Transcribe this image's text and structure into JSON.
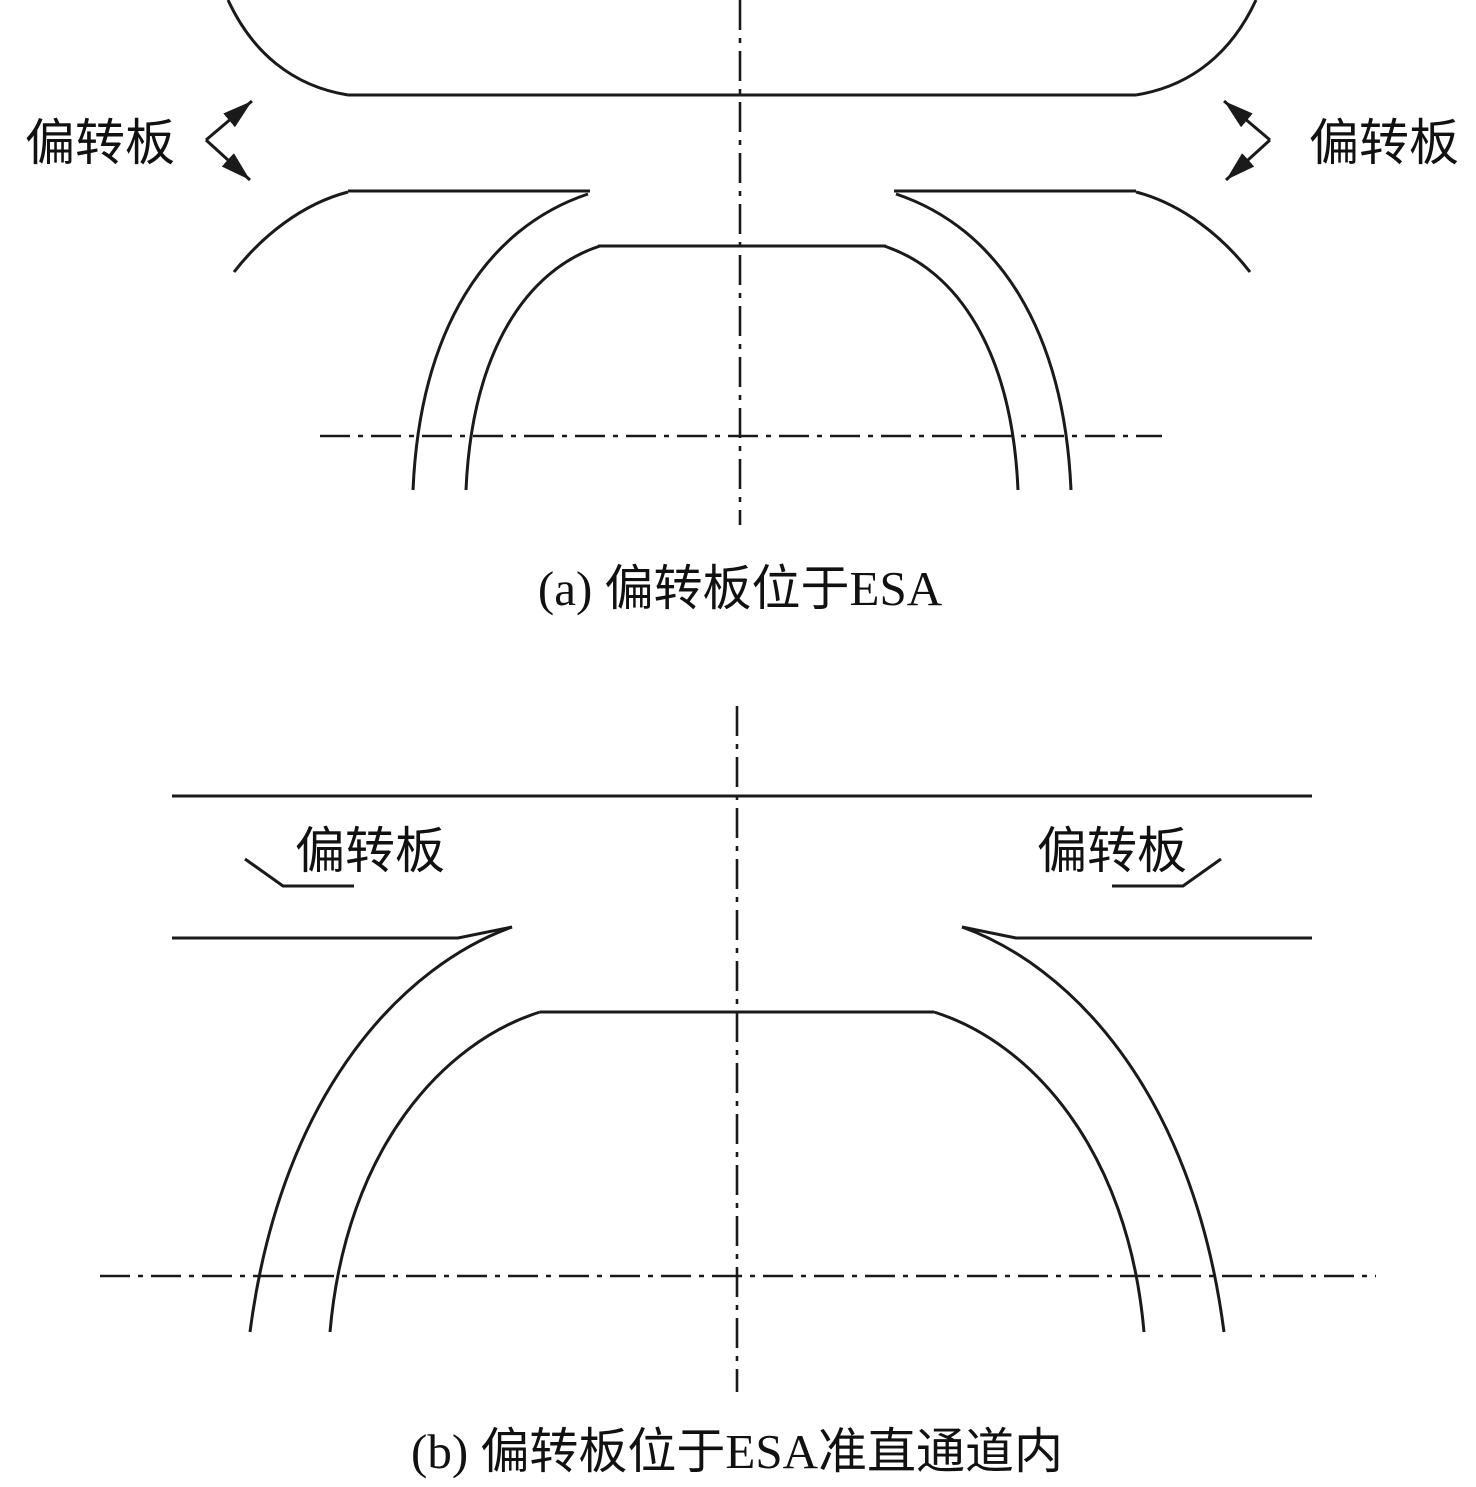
{
  "figure_title": "ESA deflection plate configurations",
  "colors": {
    "background": "#ffffff",
    "line": "#1a1a1a",
    "text": "#111111"
  },
  "panel_a": {
    "label_left": "偏转板",
    "label_right": "偏转板",
    "caption": "(a) 偏转板位于ESA"
  },
  "panel_b": {
    "label_left": "偏转板",
    "label_right": "偏转板",
    "caption": "(b) 偏转板位于ESA准直通道内"
  }
}
